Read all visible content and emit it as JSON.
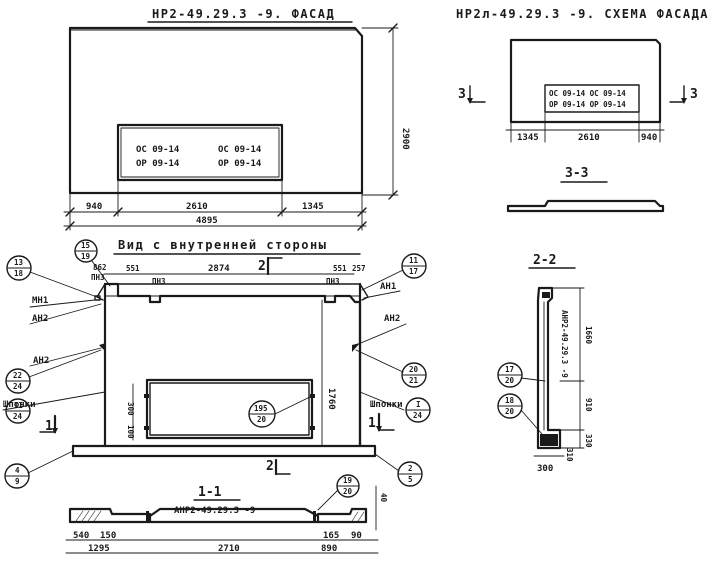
{
  "facade": {
    "title": "НР2-49.29.3 -9.  ФАСАД",
    "window": {
      "row1_left": "ОС 09-14",
      "row1_right": "ОС 09-14",
      "row2_left": "ОР 09-14",
      "row2_right": "ОР 09-14"
    },
    "dim_height": "2900",
    "dim_left": "940",
    "dim_mid": "2610",
    "dim_right": "1345",
    "dim_total": "4895"
  },
  "scheme": {
    "title": "НР2л-49.29.3 -9. СХЕМА ФАСАДА",
    "window": {
      "row1": "ОС 09-14  ОС 09-14",
      "row2": "ОР 09-14  ОР 09-14"
    },
    "dim_left": "1345",
    "dim_mid": "2610",
    "dim_right": "940",
    "cut_left": "3",
    "cut_right": "3",
    "section_3_title": "3-3"
  },
  "interior": {
    "title": "Вид с внутренней стороны",
    "dims_top": {
      "d1": "551",
      "d2": "2874",
      "d3": "551",
      "d4": "257",
      "d5": "862"
    },
    "pn3_left": "ПН3",
    "pn3_mid": "ПН3",
    "pn3_right": "ПН3",
    "cut_top": "2",
    "cut_bottom": "2",
    "dim_height": "1760",
    "dim_w300": "300",
    "dim_w100": "100",
    "labels": {
      "mn1": "МН1",
      "an2_left": "АН2",
      "an2_left_low": "АН2",
      "an1_right": "АН1",
      "an2_right": "АН2",
      "shponki_left": "Шпонки",
      "shponki_right": "Шпонки",
      "cut_left": "1",
      "cut_right": "1"
    },
    "callouts": {
      "c13_18": {
        "top": "13",
        "bottom": "18"
      },
      "c15_19": {
        "top": "15",
        "bottom": "19"
      },
      "c11_17": {
        "top": "11",
        "bottom": "17"
      },
      "c22_24": {
        "top": "22",
        "bottom": "24"
      },
      "c11_24": {
        "top": "II",
        "bottom": "24"
      },
      "c20_21": {
        "top": "20",
        "bottom": "21"
      },
      "cI_24": {
        "top": "I",
        "bottom": "24"
      },
      "c195_20": {
        "top": "195",
        "bottom": "20"
      },
      "c4_9": {
        "top": "4",
        "bottom": "9"
      },
      "c2_5": {
        "top": "2",
        "bottom": "5"
      }
    }
  },
  "section11": {
    "title": "1-1",
    "panel_label": "АНР2-49.29.3 -9",
    "dims": {
      "d540": "540",
      "d150": "150",
      "d1295": "1295",
      "d2710": "2710",
      "d890": "890",
      "d165": "165",
      "d90": "90",
      "d40": "40"
    },
    "callout": {
      "top": "19",
      "bottom": "20"
    }
  },
  "section22": {
    "title": "2-2",
    "panel_label": "АНР2-49.29.3 -9",
    "dims": {
      "d1660": "1660",
      "d910": "910",
      "d330": "330",
      "d300": "300",
      "d310": "310"
    },
    "callouts": {
      "c17_20": {
        "top": "17",
        "bottom": "20"
      },
      "c18_20": {
        "top": "18",
        "bottom": "20"
      }
    }
  }
}
